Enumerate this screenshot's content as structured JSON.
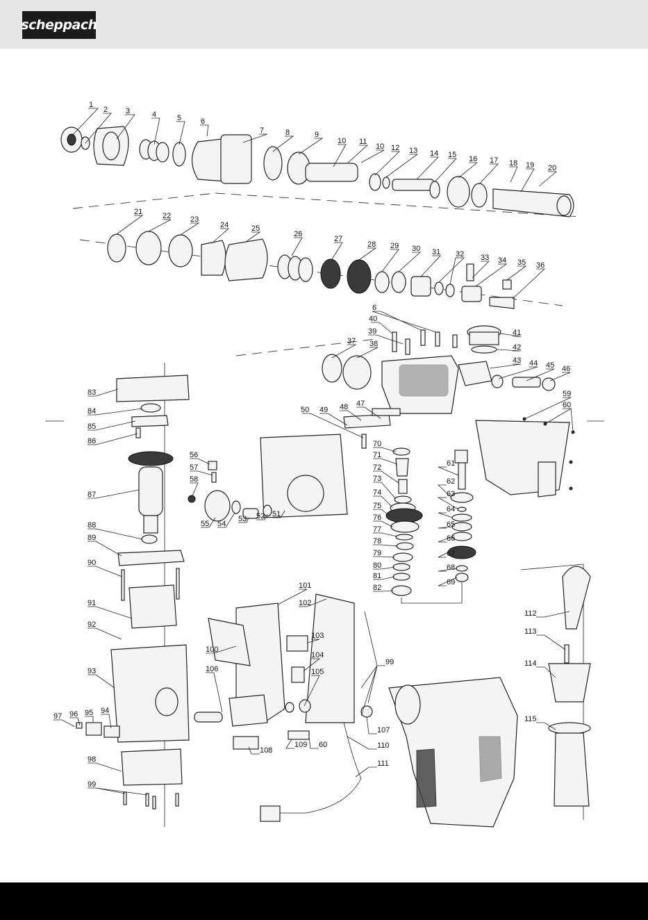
{
  "brand": {
    "logo_text": "scheppach"
  },
  "diagram": {
    "callouts": [
      {
        "n": "1"
      },
      {
        "n": "2"
      },
      {
        "n": "3"
      },
      {
        "n": "4"
      },
      {
        "n": "5"
      },
      {
        "n": "6"
      },
      {
        "n": "7"
      },
      {
        "n": "8"
      },
      {
        "n": "9"
      },
      {
        "n": "10"
      },
      {
        "n": "10"
      },
      {
        "n": "11"
      },
      {
        "n": "12"
      },
      {
        "n": "13"
      },
      {
        "n": "14"
      },
      {
        "n": "15"
      },
      {
        "n": "16"
      },
      {
        "n": "17"
      },
      {
        "n": "18"
      },
      {
        "n": "19"
      },
      {
        "n": "20"
      },
      {
        "n": "21"
      },
      {
        "n": "22"
      },
      {
        "n": "23"
      },
      {
        "n": "24"
      },
      {
        "n": "25"
      },
      {
        "n": "26"
      },
      {
        "n": "27"
      },
      {
        "n": "28"
      },
      {
        "n": "29"
      },
      {
        "n": "30"
      },
      {
        "n": "31"
      },
      {
        "n": "32"
      },
      {
        "n": "33"
      },
      {
        "n": "34"
      },
      {
        "n": "35"
      },
      {
        "n": "36"
      },
      {
        "n": "6"
      },
      {
        "n": "40"
      },
      {
        "n": "39"
      },
      {
        "n": "41"
      },
      {
        "n": "42"
      },
      {
        "n": "37"
      },
      {
        "n": "38"
      },
      {
        "n": "43"
      },
      {
        "n": "44"
      },
      {
        "n": "45"
      },
      {
        "n": "46"
      },
      {
        "n": "47"
      },
      {
        "n": "48"
      },
      {
        "n": "49"
      },
      {
        "n": "50"
      },
      {
        "n": "59"
      },
      {
        "n": "60"
      },
      {
        "n": "83"
      },
      {
        "n": "84"
      },
      {
        "n": "85"
      },
      {
        "n": "86"
      },
      {
        "n": "87"
      },
      {
        "n": "88"
      },
      {
        "n": "89"
      },
      {
        "n": "90"
      },
      {
        "n": "91"
      },
      {
        "n": "92"
      },
      {
        "n": "93"
      },
      {
        "n": "94"
      },
      {
        "n": "95"
      },
      {
        "n": "96"
      },
      {
        "n": "97"
      },
      {
        "n": "98"
      },
      {
        "n": "99"
      },
      {
        "n": "56"
      },
      {
        "n": "57"
      },
      {
        "n": "58"
      },
      {
        "n": "55"
      },
      {
        "n": "54"
      },
      {
        "n": "53"
      },
      {
        "n": "52"
      },
      {
        "n": "51"
      },
      {
        "n": "70"
      },
      {
        "n": "71"
      },
      {
        "n": "72"
      },
      {
        "n": "73"
      },
      {
        "n": "74"
      },
      {
        "n": "75"
      },
      {
        "n": "76"
      },
      {
        "n": "77"
      },
      {
        "n": "78"
      },
      {
        "n": "79"
      },
      {
        "n": "80"
      },
      {
        "n": "81"
      },
      {
        "n": "82"
      },
      {
        "n": "61"
      },
      {
        "n": "62"
      },
      {
        "n": "63"
      },
      {
        "n": "64"
      },
      {
        "n": "65"
      },
      {
        "n": "66"
      },
      {
        "n": "67"
      },
      {
        "n": "68"
      },
      {
        "n": "69"
      },
      {
        "n": "101"
      },
      {
        "n": "102"
      },
      {
        "n": "103"
      },
      {
        "n": "104"
      },
      {
        "n": "105"
      },
      {
        "n": "100"
      },
      {
        "n": "106"
      },
      {
        "n": "99"
      },
      {
        "n": "107"
      },
      {
        "n": "108"
      },
      {
        "n": "109"
      },
      {
        "n": "60"
      },
      {
        "n": "110"
      },
      {
        "n": "111"
      },
      {
        "n": "112"
      },
      {
        "n": "113"
      },
      {
        "n": "114"
      },
      {
        "n": "115"
      }
    ]
  }
}
